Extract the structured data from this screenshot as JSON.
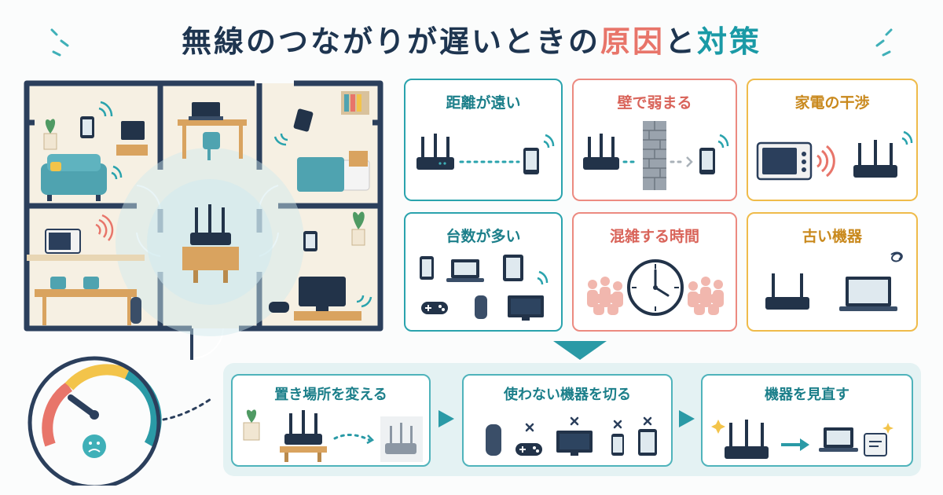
{
  "title": {
    "prefix": "無線のつながりが遅いときの",
    "cause": "原因",
    "and": "と",
    "remedy": "対策"
  },
  "causes": [
    {
      "label": "距離が遠い",
      "color": "#2aa3ad"
    },
    {
      "label": "壁で弱まる",
      "color": "#ec8a80"
    },
    {
      "label": "家電の干渉",
      "color": "#efbb4a"
    },
    {
      "label": "台数が多い",
      "color": "#2aa3ad"
    },
    {
      "label": "混雑する時間",
      "color": "#ec8a80"
    },
    {
      "label": "古い機器",
      "color": "#efbb4a"
    }
  ],
  "solutions": [
    {
      "label": "置き場所を変える"
    },
    {
      "label": "使わない機器を切る"
    },
    {
      "label": "機器を見直す"
    }
  ],
  "icons": [
    "router-icon",
    "smartphone-icon",
    "tablet-icon",
    "laptop-icon",
    "tv-icon",
    "microwave-icon",
    "gamepad-icon",
    "smart-speaker-icon",
    "clock-icon",
    "wall-icon",
    "speedometer-icon",
    "sad-face-icon",
    "arrow-icon",
    "sparkle-icon"
  ]
}
